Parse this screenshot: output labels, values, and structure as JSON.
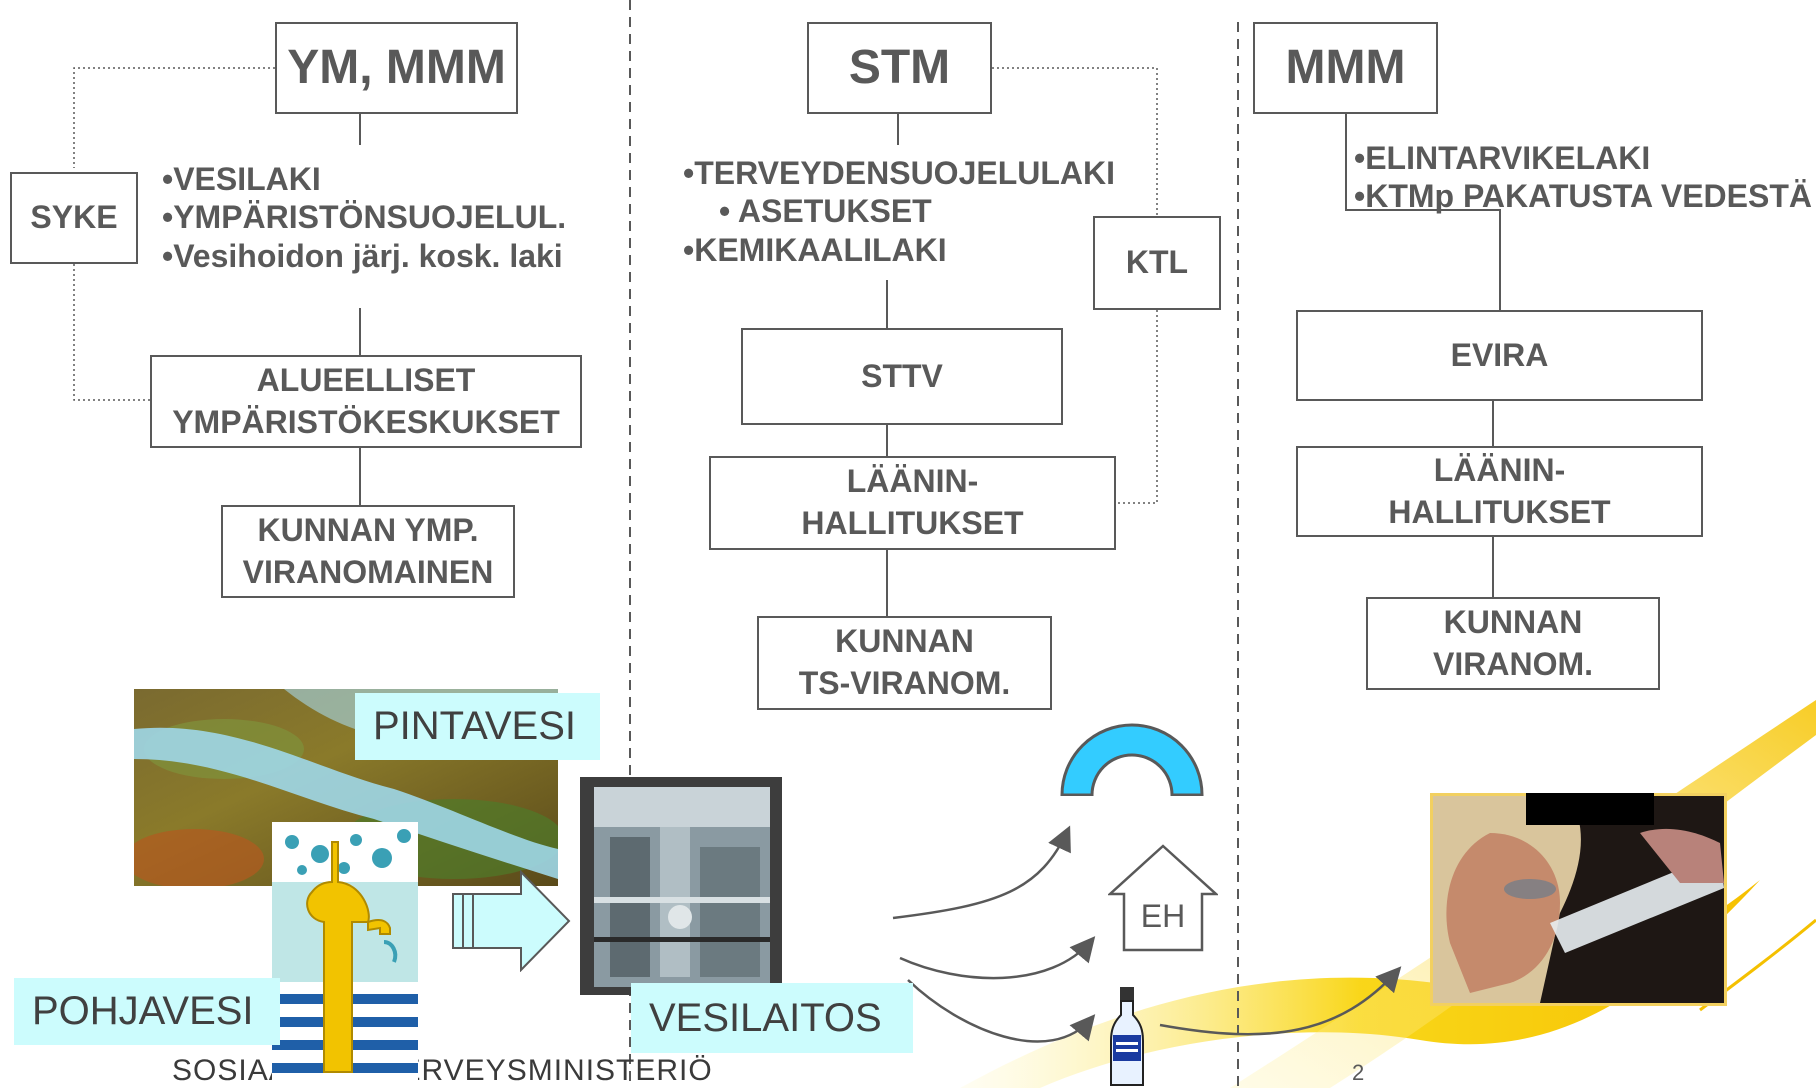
{
  "columns": [
    {
      "ministry": "YM, MMM",
      "agency": "SYKE",
      "laws": [
        "•VESILAKI",
        "•YMPÄRISTÖNSUOJELUL.",
        "•Vesihoidon järj. kosk. laki"
      ],
      "regional": [
        "ALUEELLISET",
        "YMPÄRISTÖKESKUKSET"
      ],
      "municipal": [
        "KUNNAN YMP.",
        "VIRANOMAINEN"
      ]
    },
    {
      "ministry": "STM",
      "agency": "KTL",
      "laws": [
        "•TERVEYDENSUOJELULAKI",
        "• ASETUKSET",
        "•KEMIKAALILAKI"
      ],
      "central": "STTV",
      "regional": [
        "LÄÄNIN-",
        "HALLITUKSET"
      ],
      "municipal": [
        "KUNNAN",
        "TS-VIRANOM."
      ]
    },
    {
      "ministry": "MMM",
      "laws": [
        "•ELINTARVIKELAKI",
        "•KTMp PAKATUSTA VEDESTÄ"
      ],
      "central": "EVIRA",
      "regional": [
        "LÄÄNIN-",
        "HALLITUKSET"
      ],
      "municipal": [
        "KUNNAN",
        "VIRANOM."
      ]
    }
  ],
  "labels": {
    "surface_water": "PINTAVESI",
    "ground_water": "POHJAVESI",
    "waterworks": "VESILAITOS",
    "eh": "EH"
  },
  "footer": {
    "ministry_name": "SOSIAALI- JA TERVEYSMINISTERIÖ",
    "page_number": "2"
  },
  "colors": {
    "text": "#595959",
    "label_bg": "#ccfcfd",
    "arch": "#33ccff",
    "swoosh": "#f5c400"
  },
  "icons": [
    "landscape-photo",
    "well-pump-icon",
    "arrow-right-icon",
    "waterworks-photo",
    "pipe-arch-icon",
    "house-icon",
    "bottle-icon",
    "drinking-woman-photo"
  ]
}
